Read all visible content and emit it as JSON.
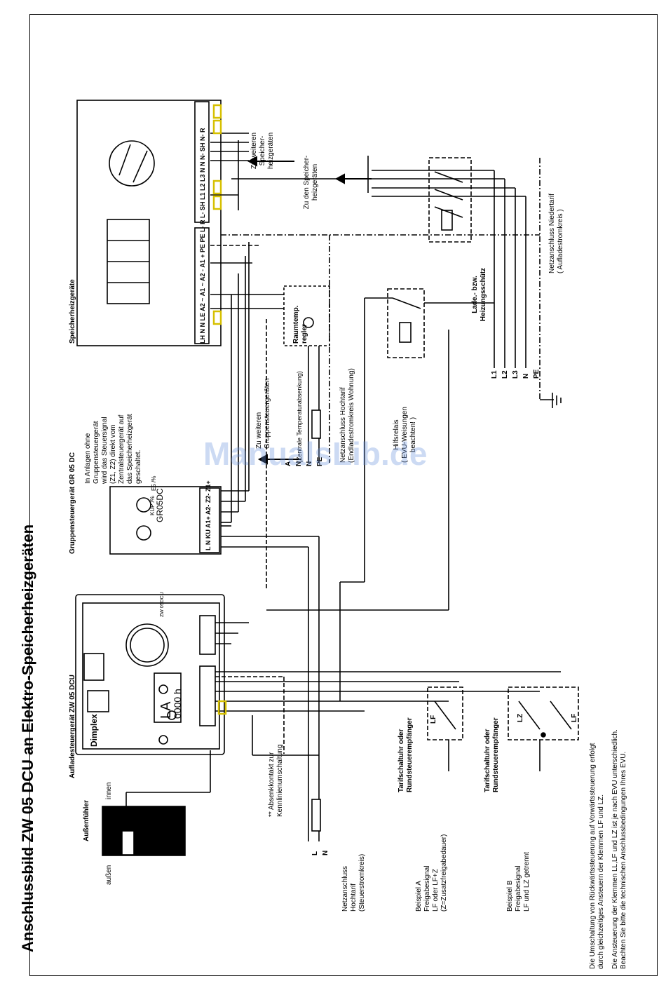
{
  "title": "Anschlussbild ZW 05 DCU an Elektro-Speicherheizgeräten",
  "watermark": "ManualsLib.de",
  "labels": {
    "speicherheizgeraete": "Speicherheizgeräte",
    "zu_weiteren_speicher": [
      "Zu weiteren",
      "Speicher-",
      "heizgeräten"
    ],
    "zu_den_speicher": [
      "Zu den Speicher-",
      "heizgeräten"
    ],
    "gruppensteuergeraet": "Gruppensteuergerät GR 05 DC",
    "anlagen_note": [
      "In Anlagen ohne",
      "Gruppensteuergerät",
      "wird das Steuersignal",
      "(Z1, Z2) direkt vom",
      "Zentralsteuergerät auf",
      "das Speicherheizgerät",
      "geschaltet."
    ],
    "zu_weiteren_gruppen": [
      "Zu weiteren",
      "Gruppensteuergeräten"
    ],
    "raumtemp": [
      "Raumtemp.",
      "regler"
    ],
    "zentrale_temp": "(Zentrale Temperaturabsenkung)",
    "netzanschluss_hoch": [
      "Netzanschluss Hochtarif",
      "(Endladestromkreis Wohnung)"
    ],
    "hilfsrelais": [
      "Hilfsrelais",
      "( EVU-Weisungen",
      "beachten! )"
    ],
    "ladeschuetz": [
      "Lade.- bzw.",
      "Heizungsschütz"
    ],
    "netzanschluss_nieder": [
      "Netzanschluss Niedertarif",
      "( Aufladestromkreis )"
    ],
    "aufladesteuergeraet": "Aufladesteuergerät ZW 05 DCU",
    "aussenfuehler": "Außenfühler",
    "innen": "innen",
    "aussen": "außen",
    "absenkkontakt": [
      "** Absenkkontakt zur",
      "Kennlinienumschaltung"
    ],
    "netzanschluss_steuer": [
      "Netzanschluss",
      "Hochtarif",
      "(Steuerstromkreis)"
    ],
    "beispiel_a": [
      "Beispiel A",
      "Freigabesignal",
      "LF oder LF+Z",
      "(Z=Zusatzfreigabedauer)"
    ],
    "beispiel_b": [
      "Beispiel B",
      "Freigabesignal",
      "LF und LZ getrennt"
    ],
    "tarif_a": [
      "Tarifschaltuhr oder",
      "Rundsteuerempfänger"
    ],
    "tarif_b": [
      "Tarifschaltuhr oder",
      "Rundsteuerempfänger"
    ],
    "note_1": [
      "Die Umschaltung von Rückwärtssteuerung auf Vorwärtssteuerung erfolgt",
      "durch gleichzeitiges Ansteuern der Klemmen LF und LZ."
    ],
    "note_2": [
      "Die Ansteuerung der Klemmen LL,LF und LZ ist je nach EVU unterschiedlich.",
      "Beachten Sie bitte die technischen Anschlussbedingungen Ihres EVU."
    ]
  },
  "terminals": {
    "heater": [
      "LH",
      "N",
      "N",
      "LE",
      "A2 ~",
      "A1 ~",
      "A2 -",
      "A1 +",
      "PE",
      "PE",
      "L- R",
      "L- SH",
      "L1",
      "L2",
      "L3",
      "N",
      "N",
      "N- SH",
      "N- R"
    ],
    "group": [
      "L",
      "N",
      "KU",
      "A1+",
      "A2-",
      "Z2-",
      "Z1+"
    ],
    "mains_low": [
      "L1",
      "L2",
      "L3",
      "N",
      "PE"
    ],
    "raum": [
      "A",
      "N",
      "N",
      "PE"
    ],
    "steuer": [
      "L",
      "N"
    ],
    "lf_a": "LF",
    "lz_b": "LZ",
    "lf_b": "LF"
  },
  "device": {
    "brand": "Dimplex",
    "display_mode": "LA",
    "display_value": "0000",
    "display_unit": "h",
    "model": "ZW 05DCU",
    "group_model": "GR05DC",
    "group_knob_1": "KUP /%",
    "group_knob_2": "E5 /%"
  }
}
